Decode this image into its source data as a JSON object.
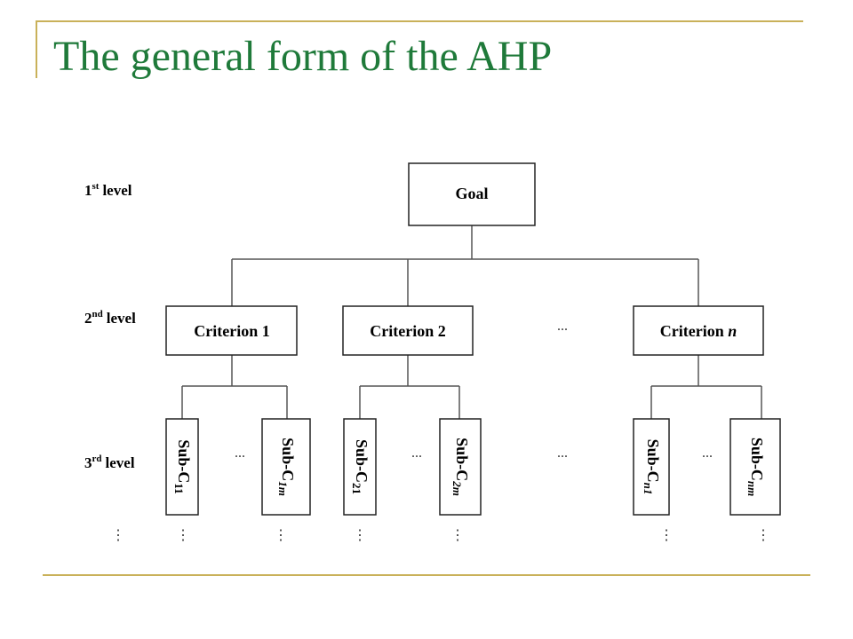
{
  "slide": {
    "title": "The general form of the AHP",
    "accent_color": "#1f7a3a",
    "rule_color": "#c9b15a"
  },
  "diagram": {
    "levels": [
      {
        "num": "1",
        "sup": "st",
        "word": "level"
      },
      {
        "num": "2",
        "sup": "nd",
        "word": "level"
      },
      {
        "num": "3",
        "sup": "rd",
        "word": "level"
      }
    ],
    "goal": "Goal",
    "criteria": [
      {
        "base": "Criterion",
        "suffix": "1",
        "italic_suffix": false
      },
      {
        "base": "Criterion",
        "suffix": "2",
        "italic_suffix": false
      },
      {
        "base": "Criterion",
        "suffix": "n",
        "italic_suffix": true
      }
    ],
    "subcriteria": [
      {
        "base": "Sub-C",
        "index": "11",
        "italic_index": false
      },
      {
        "base": "Sub-C",
        "index": "1m",
        "italic_index": true
      },
      {
        "base": "Sub-C",
        "index": "21",
        "italic_index": false
      },
      {
        "base": "Sub-C",
        "index": "2m",
        "italic_index": true
      },
      {
        "base": "Sub-C",
        "index": "n1",
        "italic_index": true
      },
      {
        "base": "Sub-C",
        "index": "nm",
        "italic_index": true
      }
    ],
    "horizontal_ellipsis": "...",
    "vertical_ellipsis": "⋮"
  }
}
